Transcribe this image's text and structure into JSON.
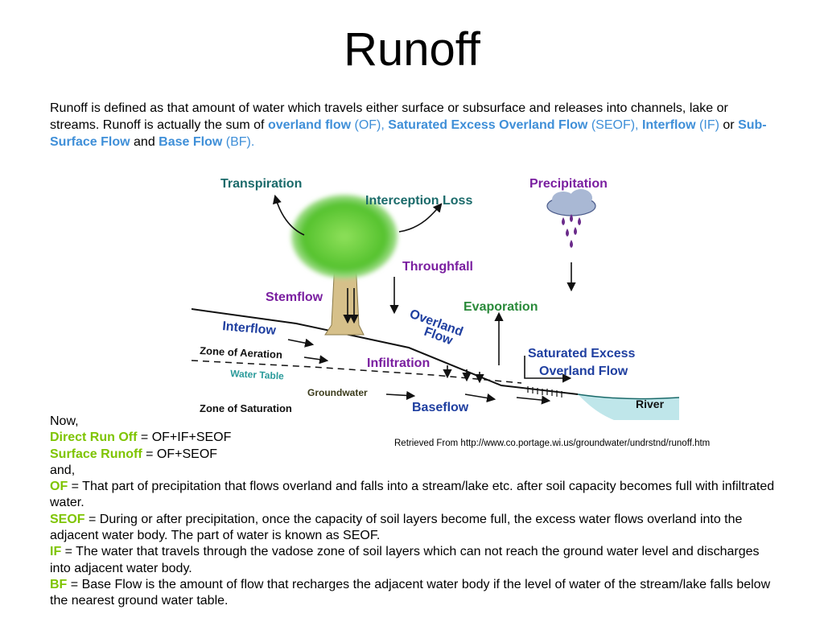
{
  "title": "Runoff",
  "intro": {
    "t1": "Runoff is defined as that amount of water which travels either surface or subsurface and releases into channels, lake or streams. Runoff is actually the sum of ",
    "k1": "overland flow",
    "a1": " (OF),",
    "k2": "Saturated Excess Overland Flow",
    "a2": " (SEOF),",
    "k3": "Interflow",
    "a3": " (IF)",
    "t2": " or ",
    "k4": "Sub-Surface Flow",
    "t3": " and ",
    "k5": "Base Flow",
    "a5": " (BF)."
  },
  "diagram": {
    "transpiration": "Transpiration",
    "interception_loss": "Interception Loss",
    "precipitation": "Precipitation",
    "throughfall": "Throughfall",
    "stemflow": "Stemflow",
    "evaporation": "Evaporation",
    "overland_flow_1": "Overland",
    "overland_flow_2": "Flow",
    "interflow": "Interflow",
    "zone_of_aeration": "Zone of Aeration",
    "water_table": "Water Table",
    "infiltration": "Infiltration",
    "saturated_excess_1": "Saturated Excess",
    "saturated_excess_2": "Overland Flow",
    "groundwater": "Groundwater",
    "zone_of_saturation": "Zone of Saturation",
    "baseflow": "Baseflow",
    "river": "River",
    "colors": {
      "teal_label": "#1a6a6a",
      "purple_label": "#7a1fa0",
      "blue_label": "#1f3fa0",
      "green_label": "#2a8a3a",
      "tree_green": "#5ac832",
      "river": "#bfe6ea"
    }
  },
  "credit": "Retrieved From http://www.co.portage.wi.us/groundwater/undrstnd/runoff.htm",
  "defs": {
    "now": "Now,",
    "drof_label": "Direct Run Off",
    "drof_text": " = OF+IF+SEOF",
    "sr_label": "Surface Runoff",
    "sr_text": " = OF+SEOF",
    "and": "and,",
    "of_label": "OF",
    "of_text": " = That part of precipitation that flows overland and falls into a stream/lake etc. after soil capacity becomes full with infiltrated water.",
    "seof_label": "SEOF",
    "seof_text": " = During or after precipitation, once the capacity of soil layers become full, the excess water flows overland into the adjacent water body. The part of water is known as SEOF.",
    "if_label": "IF",
    "if_text": " = The water that travels through the vadose zone of soil layers which can not reach the ground water level and discharges into adjacent water body.",
    "bf_label": "BF",
    "bf_text": " = Base Flow is the amount of flow that recharges the adjacent water body if the level of water of the stream/lake falls below the nearest ground water table."
  }
}
